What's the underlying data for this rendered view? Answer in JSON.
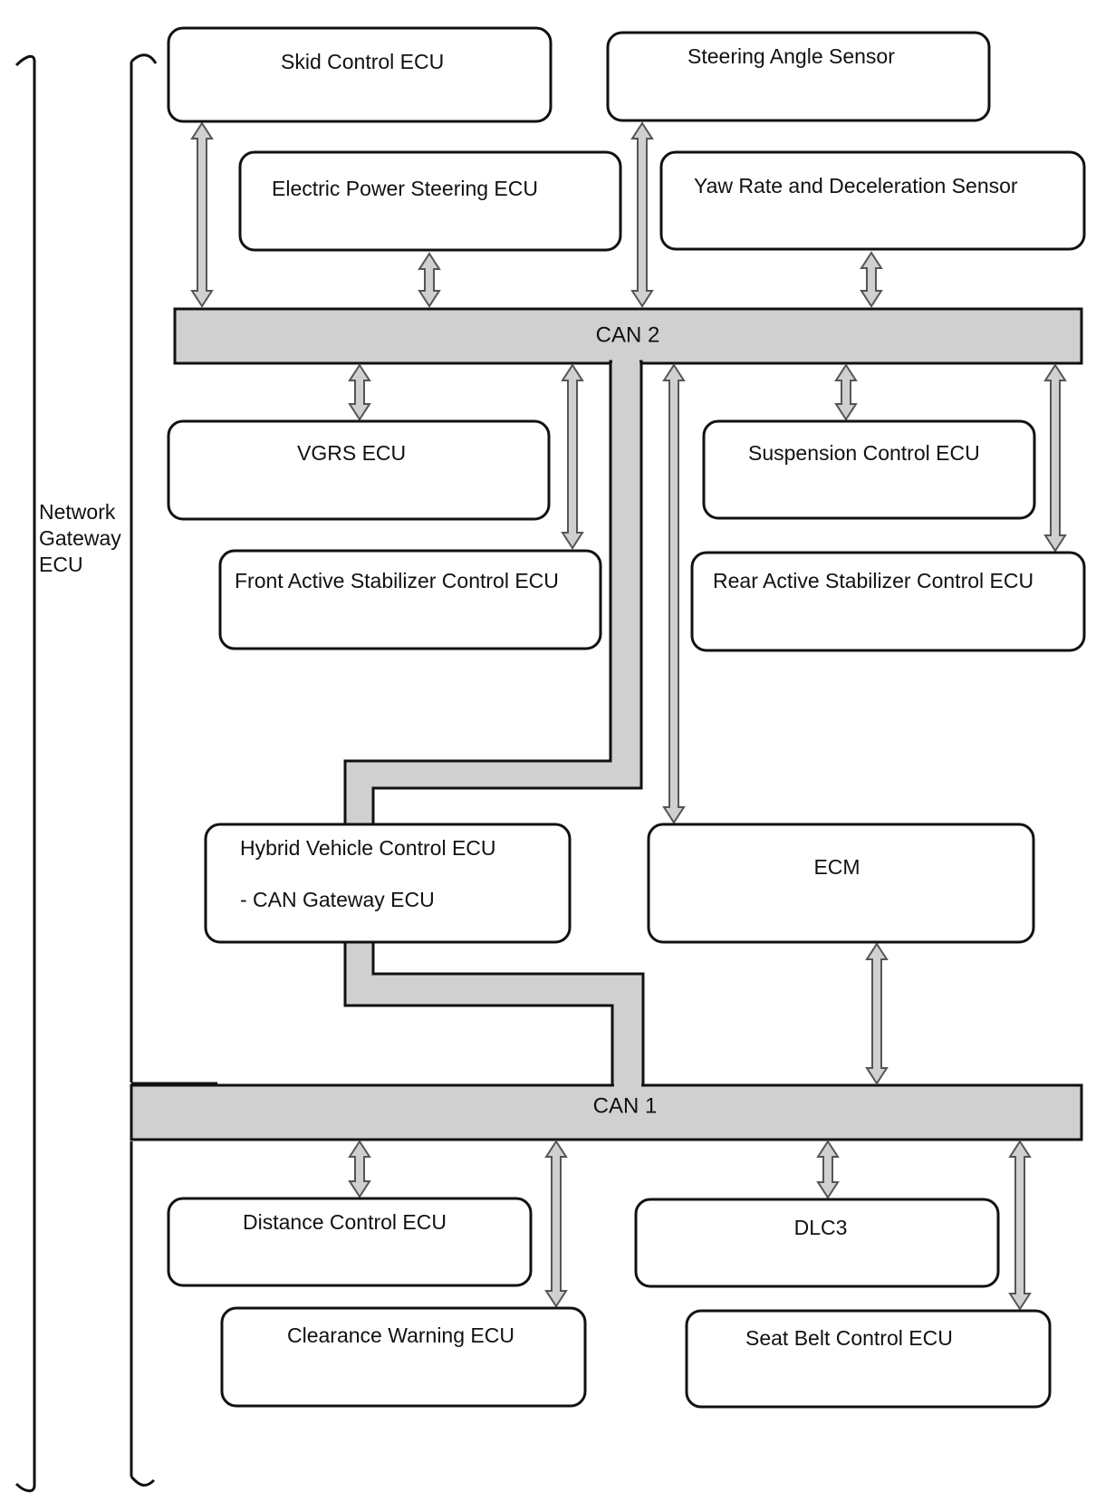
{
  "gateway": {
    "lines": [
      "Network",
      "Gateway",
      "ECU"
    ]
  },
  "buses": {
    "can2": "CAN 2",
    "can1": "CAN 1"
  },
  "nodes": {
    "skid": "Skid Control ECU",
    "steering_angle": "Steering Angle Sensor",
    "eps": "Electric Power Steering ECU",
    "yaw_rate": "Yaw Rate and Deceleration Sensor",
    "vgrs": "VGRS ECU",
    "suspension": "Suspension Control ECU",
    "front_stabilizer": "Front Active Stabilizer Control ECU",
    "rear_stabilizer": "Rear Active Stabilizer Control ECU",
    "hybrid_line1": "Hybrid Vehicle Control ECU",
    "hybrid_line2": "- CAN Gateway ECU",
    "ecm": "ECM",
    "distance": "Distance Control ECU",
    "dlc3": "DLC3",
    "clearance": "Clearance Warning ECU",
    "seatbelt": "Seat Belt Control ECU"
  },
  "colors": {
    "bus_fill": "#d0d0d0",
    "outline": "#111111",
    "background": "#ffffff"
  }
}
